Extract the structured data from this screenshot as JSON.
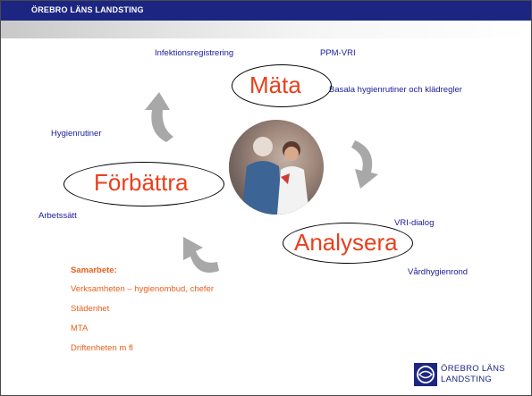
{
  "header": {
    "title": "ÖREBRO LÄNS LANDSTING"
  },
  "cycle": {
    "measure": {
      "label": "Mäta",
      "items": [
        "Infektionsregistrering",
        "PPM-VRI",
        "Basala hygienrutiner och klädregler"
      ]
    },
    "analyze": {
      "label": "Analysera",
      "items": [
        "VRI-dialog",
        "Vårdhygienrond"
      ]
    },
    "improve": {
      "label": "Förbättra",
      "items": [
        "Hygienrutiner",
        "Arbetssätt"
      ]
    }
  },
  "cooperation": {
    "title": "Samarbete:",
    "items": [
      "Verksamheten – hygienombud, chefer",
      "Städenhet",
      "MTA",
      "Driftenheten m fl"
    ]
  },
  "logo": {
    "line1": "ÖREBRO LÄNS",
    "line2": "LANDSTING"
  },
  "colors": {
    "header_bg": "#1c2682",
    "blue_text": "#1a1a9c",
    "orange_text": "#e8601c",
    "oval_text": "#e8401c",
    "arrow": "#a8a8a8"
  }
}
